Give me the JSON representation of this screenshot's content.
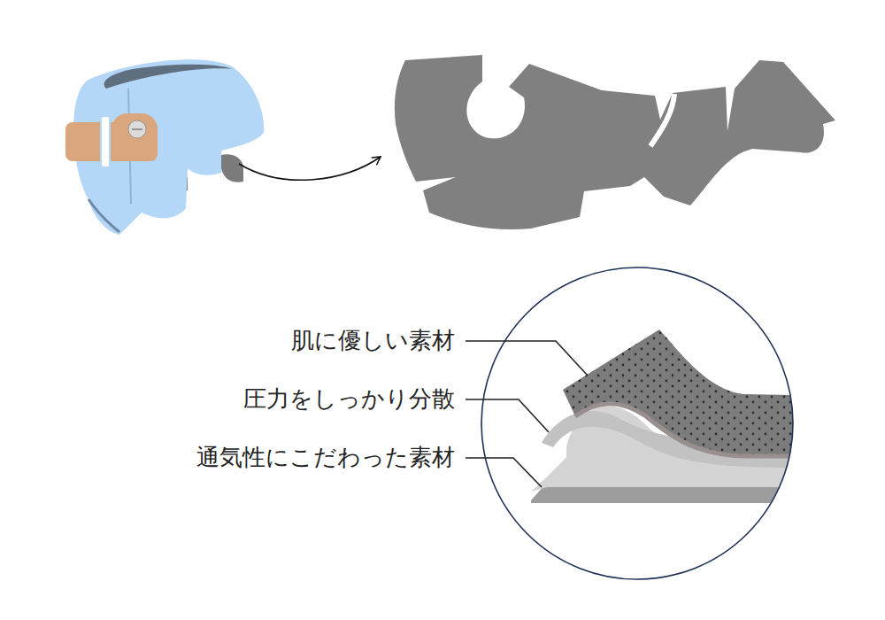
{
  "diagram": {
    "labels": [
      "肌に優しい素材",
      "圧力をしっかり分散",
      "通気性にこだわった素材"
    ]
  }
}
